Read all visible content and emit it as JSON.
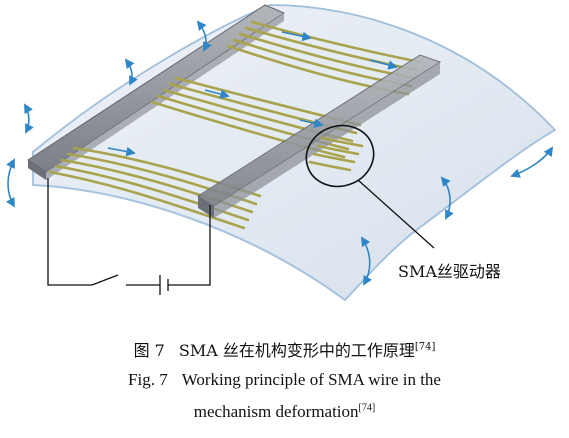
{
  "callout_label": "SMA丝驱动器",
  "caption": {
    "cn_fig": "图 7",
    "cn_text": "SMA 丝在机构变形中的工作原理",
    "en_fig": "Fig. 7",
    "en_text_line1": "Working principle of SMA wire in the",
    "en_text_line2": "mechanism deformation",
    "ref": "[74]"
  },
  "colors": {
    "wing_fill": "#dfe7f1",
    "wing_edge": "#9dbcd9",
    "wire": "#a8a34c",
    "arrow": "#2f86c6",
    "bar": "#8e9298"
  }
}
